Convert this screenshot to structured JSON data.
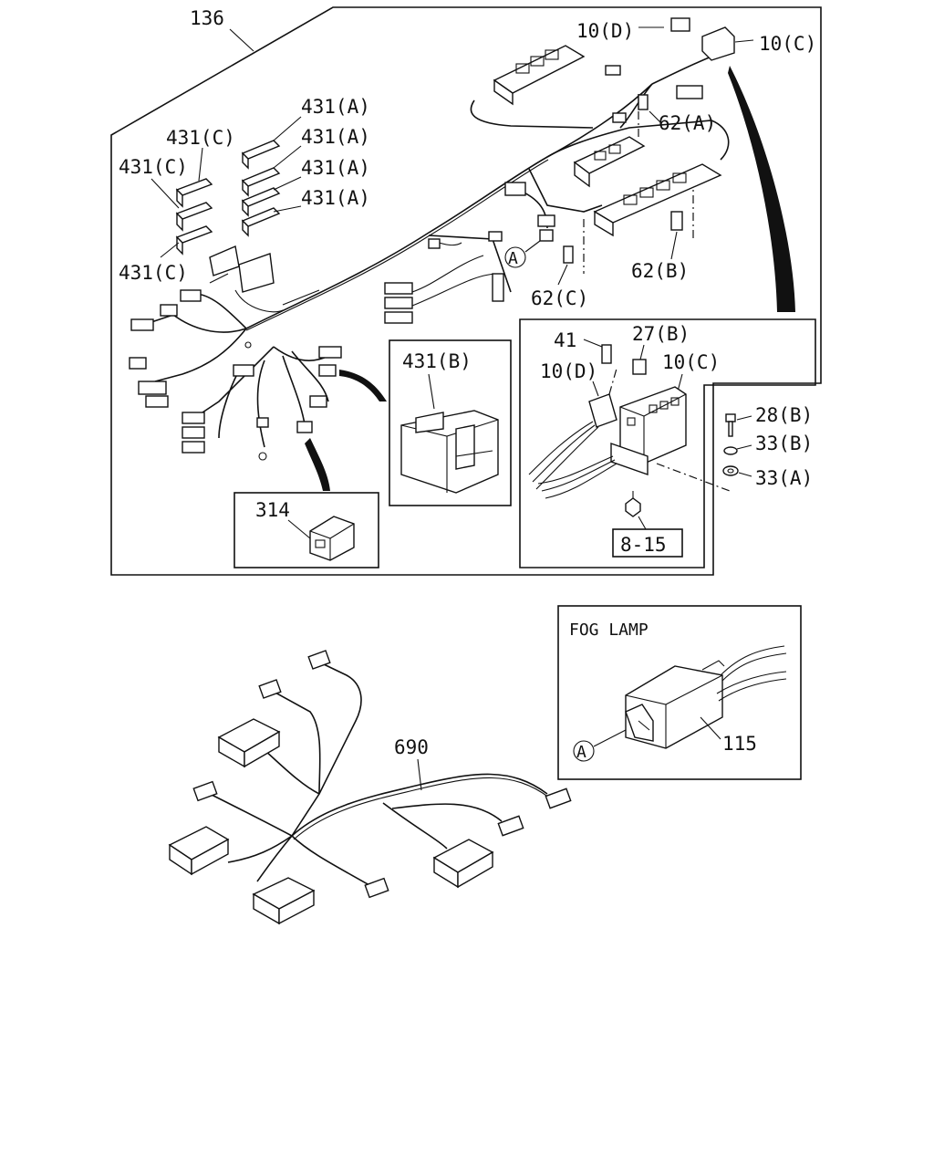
{
  "labels": {
    "harness_main": "136",
    "c10d_top": "10(D)",
    "c10c_top": "10(C)",
    "c62a": "62(A)",
    "c62b": "62(B)",
    "c62c": "62(C)",
    "c431a_1": "431(A)",
    "c431a_2": "431(A)",
    "c431a_3": "431(A)",
    "c431a_4": "431(A)",
    "c431c_1": "431(C)",
    "c431c_2": "431(C)",
    "c431c_3": "431(C)",
    "ref_a_upper": "A",
    "c431b": "431(B)",
    "c314": "314",
    "c41": "41",
    "c27b": "27(B)",
    "c10d_detail": "10(D)",
    "c10c_detail": "10(C)",
    "c28b": "28(B)",
    "c33b": "33(B)",
    "c33a": "33(A)",
    "ref_8_15": "8-15",
    "harness_lower": "690",
    "fog_title": "FOG LAMP",
    "ref_a_fog": "A",
    "c115": "115"
  }
}
